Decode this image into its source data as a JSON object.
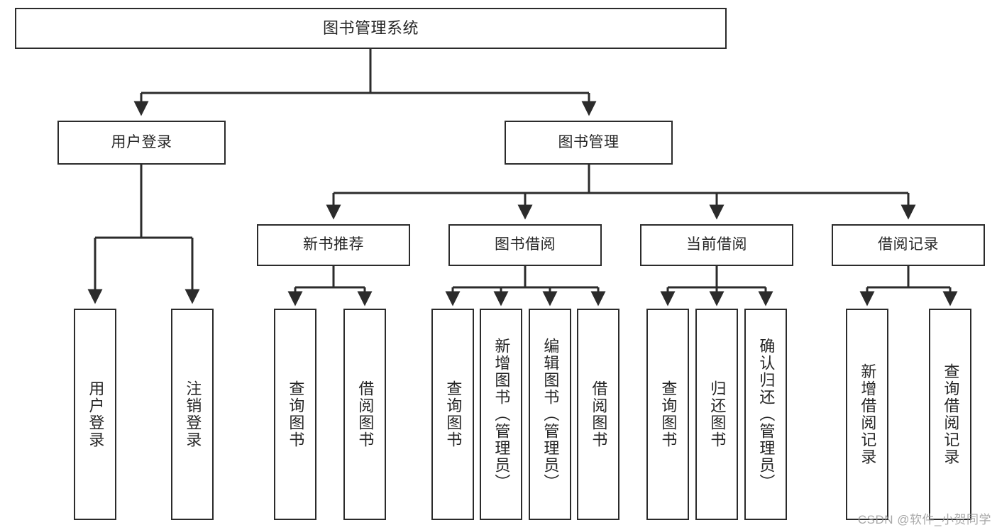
{
  "diagram": {
    "title": "图书管理系统",
    "type": "tree",
    "root": {
      "label": "图书管理系统"
    },
    "level2": [
      {
        "label": "用户登录"
      },
      {
        "label": "图书管理"
      }
    ],
    "level3": [
      {
        "label": "新书推荐"
      },
      {
        "label": "图书借阅"
      },
      {
        "label": "当前借阅"
      },
      {
        "label": "借阅记录"
      }
    ],
    "leaves": {
      "user_login": [
        {
          "label": "用户登录"
        },
        {
          "label": "注销登录"
        }
      ],
      "new_book": [
        {
          "label": "查询图书"
        },
        {
          "label": "借阅图书"
        }
      ],
      "book_borrow": [
        {
          "label": "查询图书"
        },
        {
          "label": "新增图书（管理员）"
        },
        {
          "label": "编辑图书（管理员）"
        },
        {
          "label": "借阅图书"
        }
      ],
      "current_borrow": [
        {
          "label": "查询图书"
        },
        {
          "label": "归还图书"
        },
        {
          "label": "确认归还（管理员）"
        }
      ],
      "borrow_record": [
        {
          "label": "新增借阅记录"
        },
        {
          "label": "查询借阅记录"
        }
      ]
    }
  },
  "watermark": {
    "text": "CSDN @软件_小贺同学"
  },
  "colors": {
    "stroke": "#2b2b2b",
    "text": "#262626",
    "background": "#ffffff",
    "watermark": "#9a9a9a"
  }
}
